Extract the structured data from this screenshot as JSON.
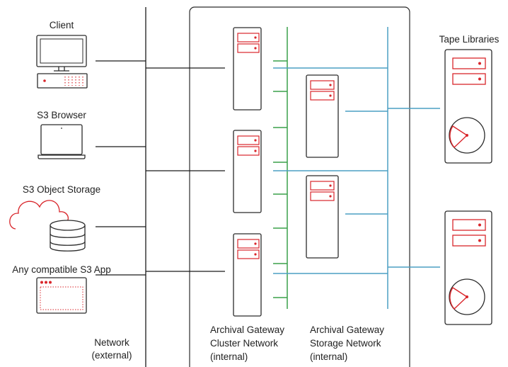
{
  "labels": {
    "client": "Client",
    "s3_browser": "S3 Browser",
    "s3_object_storage": "S3 Object Storage",
    "any_s3_app": "Any compatible S3 App",
    "tape_libraries": "Tape Libraries",
    "network_external_1": "Network",
    "network_external_2": "(external)",
    "cluster_network_1": "Archival Gateway",
    "cluster_network_2": "Cluster Network",
    "cluster_network_3": "(internal)",
    "storage_network_1": "Archival Gateway",
    "storage_network_2": "Storage Network",
    "storage_network_3": "(internal)"
  },
  "colors": {
    "outline": "#2b2b2b",
    "accent_red": "#d9262b",
    "cluster_network_green": "#3aa04a",
    "storage_network_blue": "#4b9fc4",
    "external_network_black": "#1a1a1a"
  },
  "icons": {
    "client": "desktop-computer-icon",
    "s3_browser": "laptop-icon",
    "s3_object_storage": "cloud-database-icon",
    "any_s3_app": "application-window-icon",
    "gateway_server": "server-tower-icon",
    "storage_server": "server-tower-icon",
    "tape_library": "tape-library-icon"
  }
}
